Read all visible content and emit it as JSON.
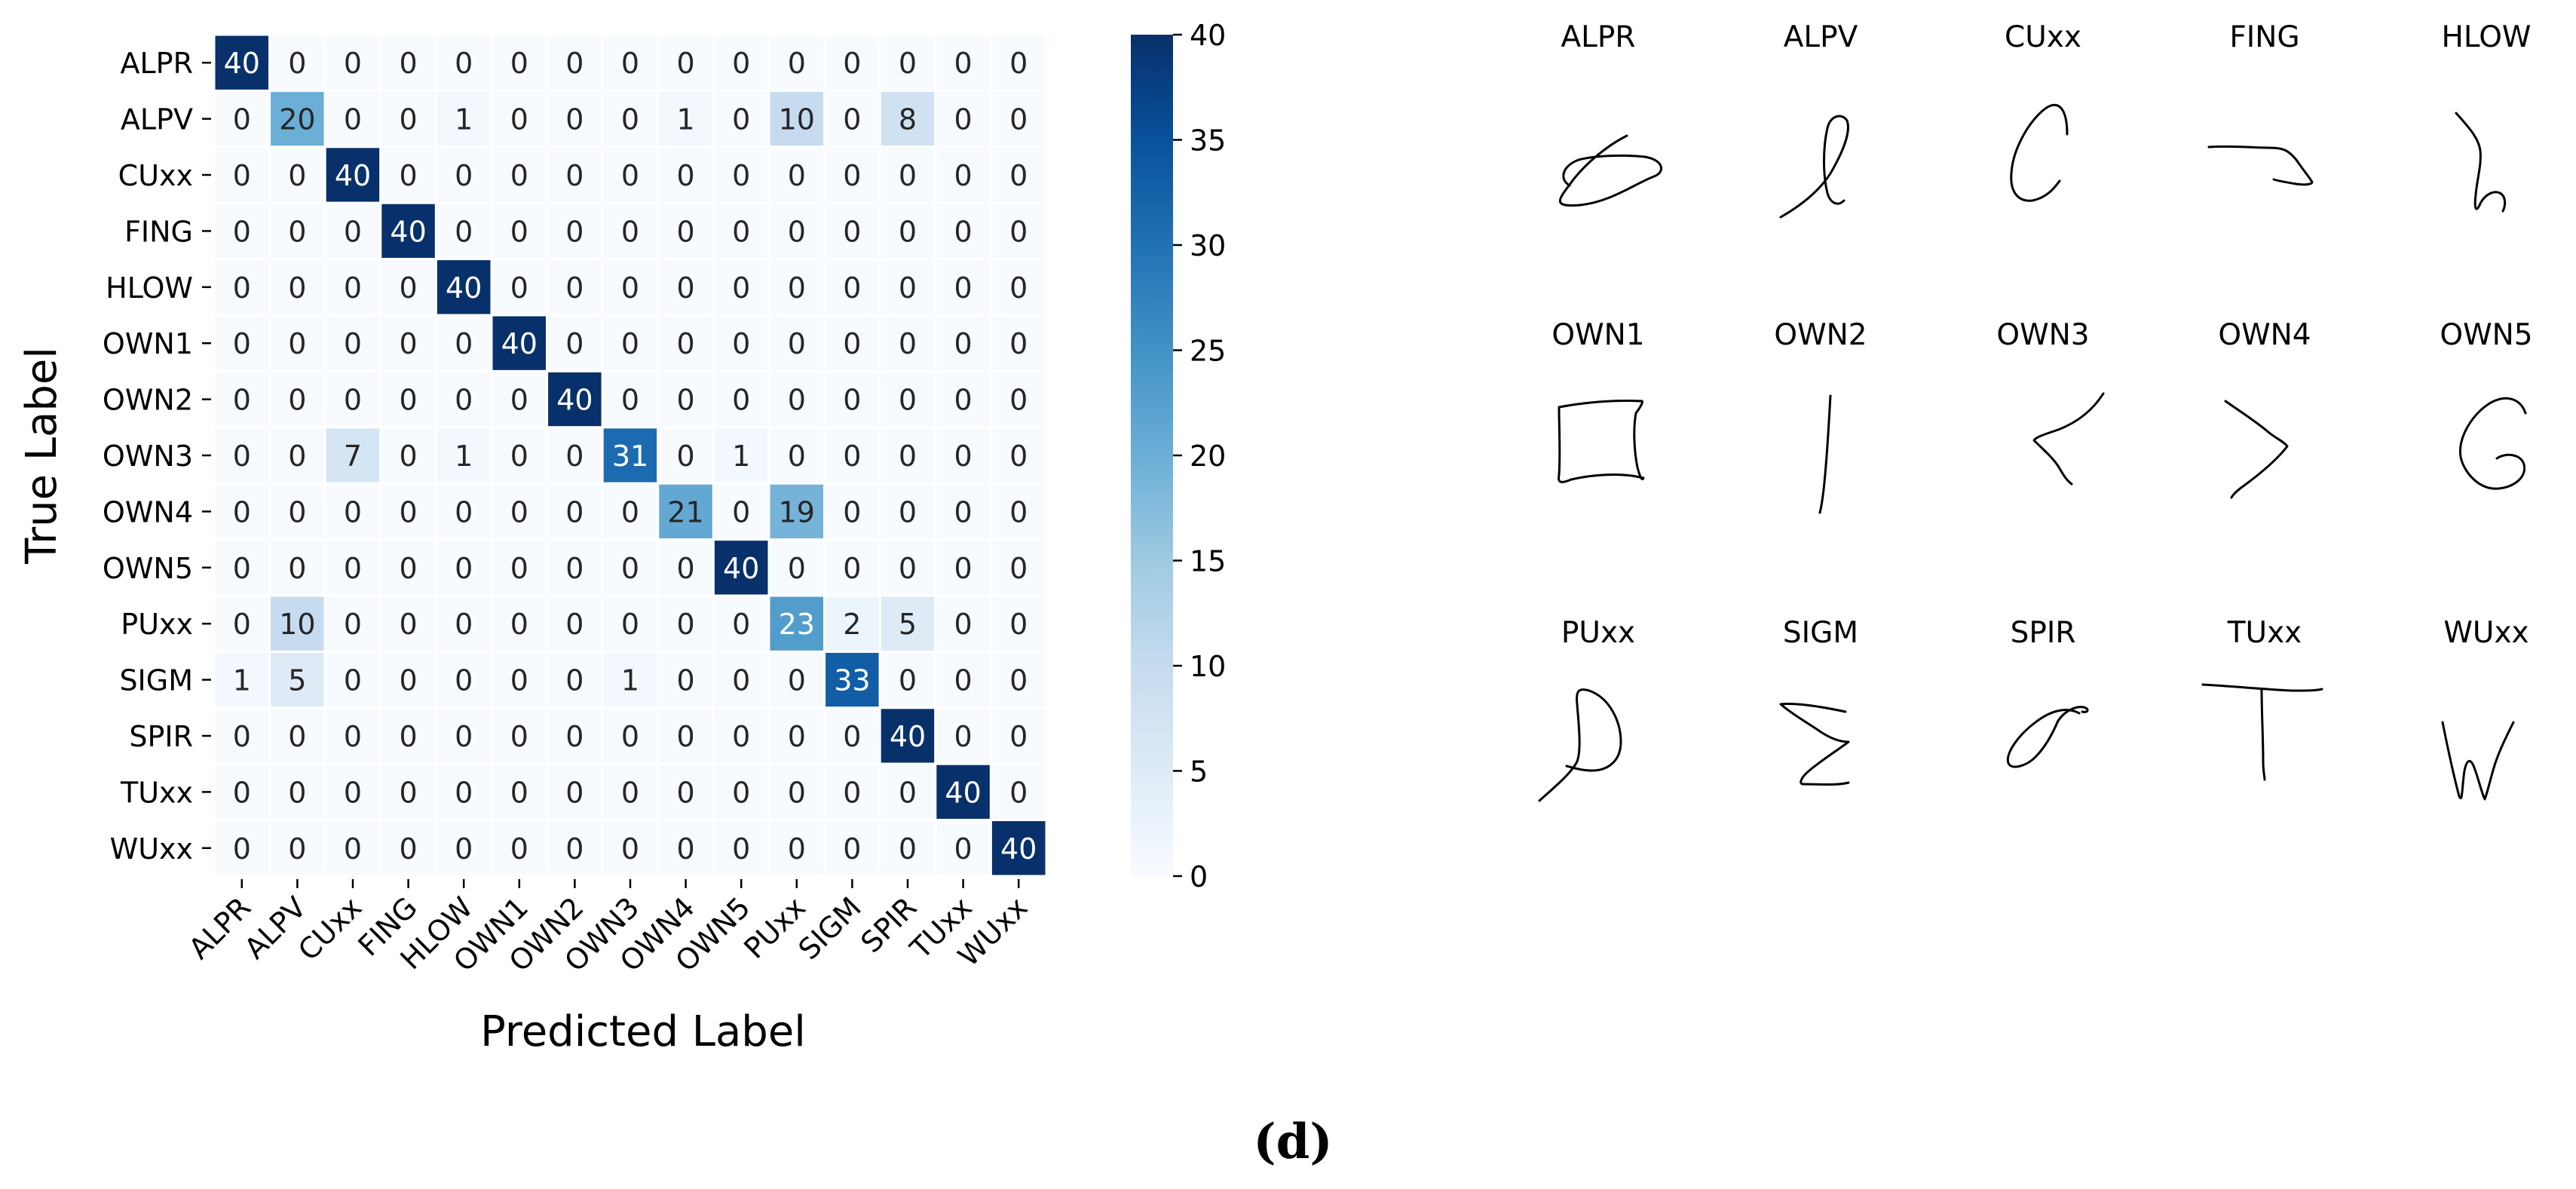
{
  "chart_data": [
    {
      "type": "heatmap",
      "title": "",
      "xlabel": "Predicted Label",
      "ylabel": "True Label",
      "categories": [
        "ALPR",
        "ALPV",
        "CUxx",
        "FING",
        "HLOW",
        "OWN1",
        "OWN2",
        "OWN3",
        "OWN4",
        "OWN5",
        "PUxx",
        "SIGM",
        "SPIR",
        "TUxx",
        "WUxx"
      ],
      "matrix": [
        [
          40,
          0,
          0,
          0,
          0,
          0,
          0,
          0,
          0,
          0,
          0,
          0,
          0,
          0,
          0
        ],
        [
          0,
          20,
          0,
          0,
          1,
          0,
          0,
          0,
          1,
          0,
          10,
          0,
          8,
          0,
          0
        ],
        [
          0,
          0,
          40,
          0,
          0,
          0,
          0,
          0,
          0,
          0,
          0,
          0,
          0,
          0,
          0
        ],
        [
          0,
          0,
          0,
          40,
          0,
          0,
          0,
          0,
          0,
          0,
          0,
          0,
          0,
          0,
          0
        ],
        [
          0,
          0,
          0,
          0,
          40,
          0,
          0,
          0,
          0,
          0,
          0,
          0,
          0,
          0,
          0
        ],
        [
          0,
          0,
          0,
          0,
          0,
          40,
          0,
          0,
          0,
          0,
          0,
          0,
          0,
          0,
          0
        ],
        [
          0,
          0,
          0,
          0,
          0,
          0,
          40,
          0,
          0,
          0,
          0,
          0,
          0,
          0,
          0
        ],
        [
          0,
          0,
          7,
          0,
          1,
          0,
          0,
          31,
          0,
          1,
          0,
          0,
          0,
          0,
          0
        ],
        [
          0,
          0,
          0,
          0,
          0,
          0,
          0,
          0,
          21,
          0,
          19,
          0,
          0,
          0,
          0
        ],
        [
          0,
          0,
          0,
          0,
          0,
          0,
          0,
          0,
          0,
          40,
          0,
          0,
          0,
          0,
          0
        ],
        [
          0,
          10,
          0,
          0,
          0,
          0,
          0,
          0,
          0,
          0,
          23,
          2,
          5,
          0,
          0
        ],
        [
          1,
          5,
          0,
          0,
          0,
          0,
          0,
          1,
          0,
          0,
          0,
          33,
          0,
          0,
          0
        ],
        [
          0,
          0,
          0,
          0,
          0,
          0,
          0,
          0,
          0,
          0,
          0,
          0,
          40,
          0,
          0
        ],
        [
          0,
          0,
          0,
          0,
          0,
          0,
          0,
          0,
          0,
          0,
          0,
          0,
          0,
          40,
          0
        ],
        [
          0,
          0,
          0,
          0,
          0,
          0,
          0,
          0,
          0,
          0,
          0,
          0,
          0,
          0,
          40
        ]
      ],
      "colorbar": {
        "range": [
          0,
          40
        ],
        "ticks": [
          0,
          5,
          10,
          15,
          20,
          25,
          30,
          35,
          40
        ]
      },
      "colormap": "Blues",
      "colors": {
        "low": "#f7fbff",
        "high": "#08306b"
      },
      "grid": true,
      "legend": "none"
    }
  ],
  "gestures": {
    "titles": [
      "ALPR",
      "ALPV",
      "CUxx",
      "FING",
      "HLOW",
      "OWN1",
      "OWN2",
      "OWN3",
      "OWN4",
      "OWN5",
      "PUxx",
      "SIGM",
      "SPIR",
      "TUxx",
      "WUxx"
    ]
  },
  "caption": "(d)"
}
